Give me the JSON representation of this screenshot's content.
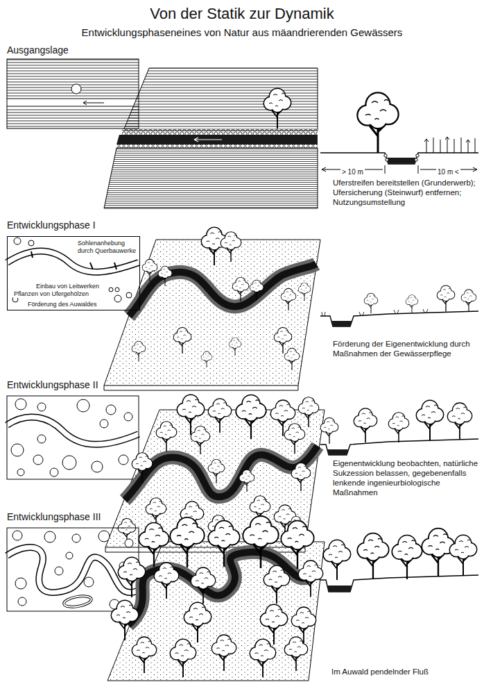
{
  "diagram": {
    "title": "Von der Statik zur Dynamik",
    "nodes": [
      {
        "text": [
          "Sohlenanhebung durch Querbauwerke",
          "Einbau von Leitwerken",
          "Pflanzen von Ufergehölzen",
          "Förderung des Auwaldes"
        ]
      }
    ],
    "labels": [
      "Entwicklungsphaseneines von Natur aus mäandrierenden Gewässers",
      "Ausgangslage",
      "> 10 m",
      "10 m <",
      "Uferstreifen bereitstellen (Grunderwerb); Ufersicherung (Steinwurf) entfernen; Nutzungsumstellung",
      "Entwicklungsphase I",
      "Förderung der Eigenentwicklung durch Maßnahmen der Gewässerpflege",
      "Entwicklungsphase II",
      "Eigenentwicklung beobachten, natürliche Sukzession belassen, gegebenenfalls lenkende ingenieurbiologische Maßnahmen",
      "Entwicklungsphase III",
      "Im Auwald pendelnder Fluß"
    ]
  }
}
